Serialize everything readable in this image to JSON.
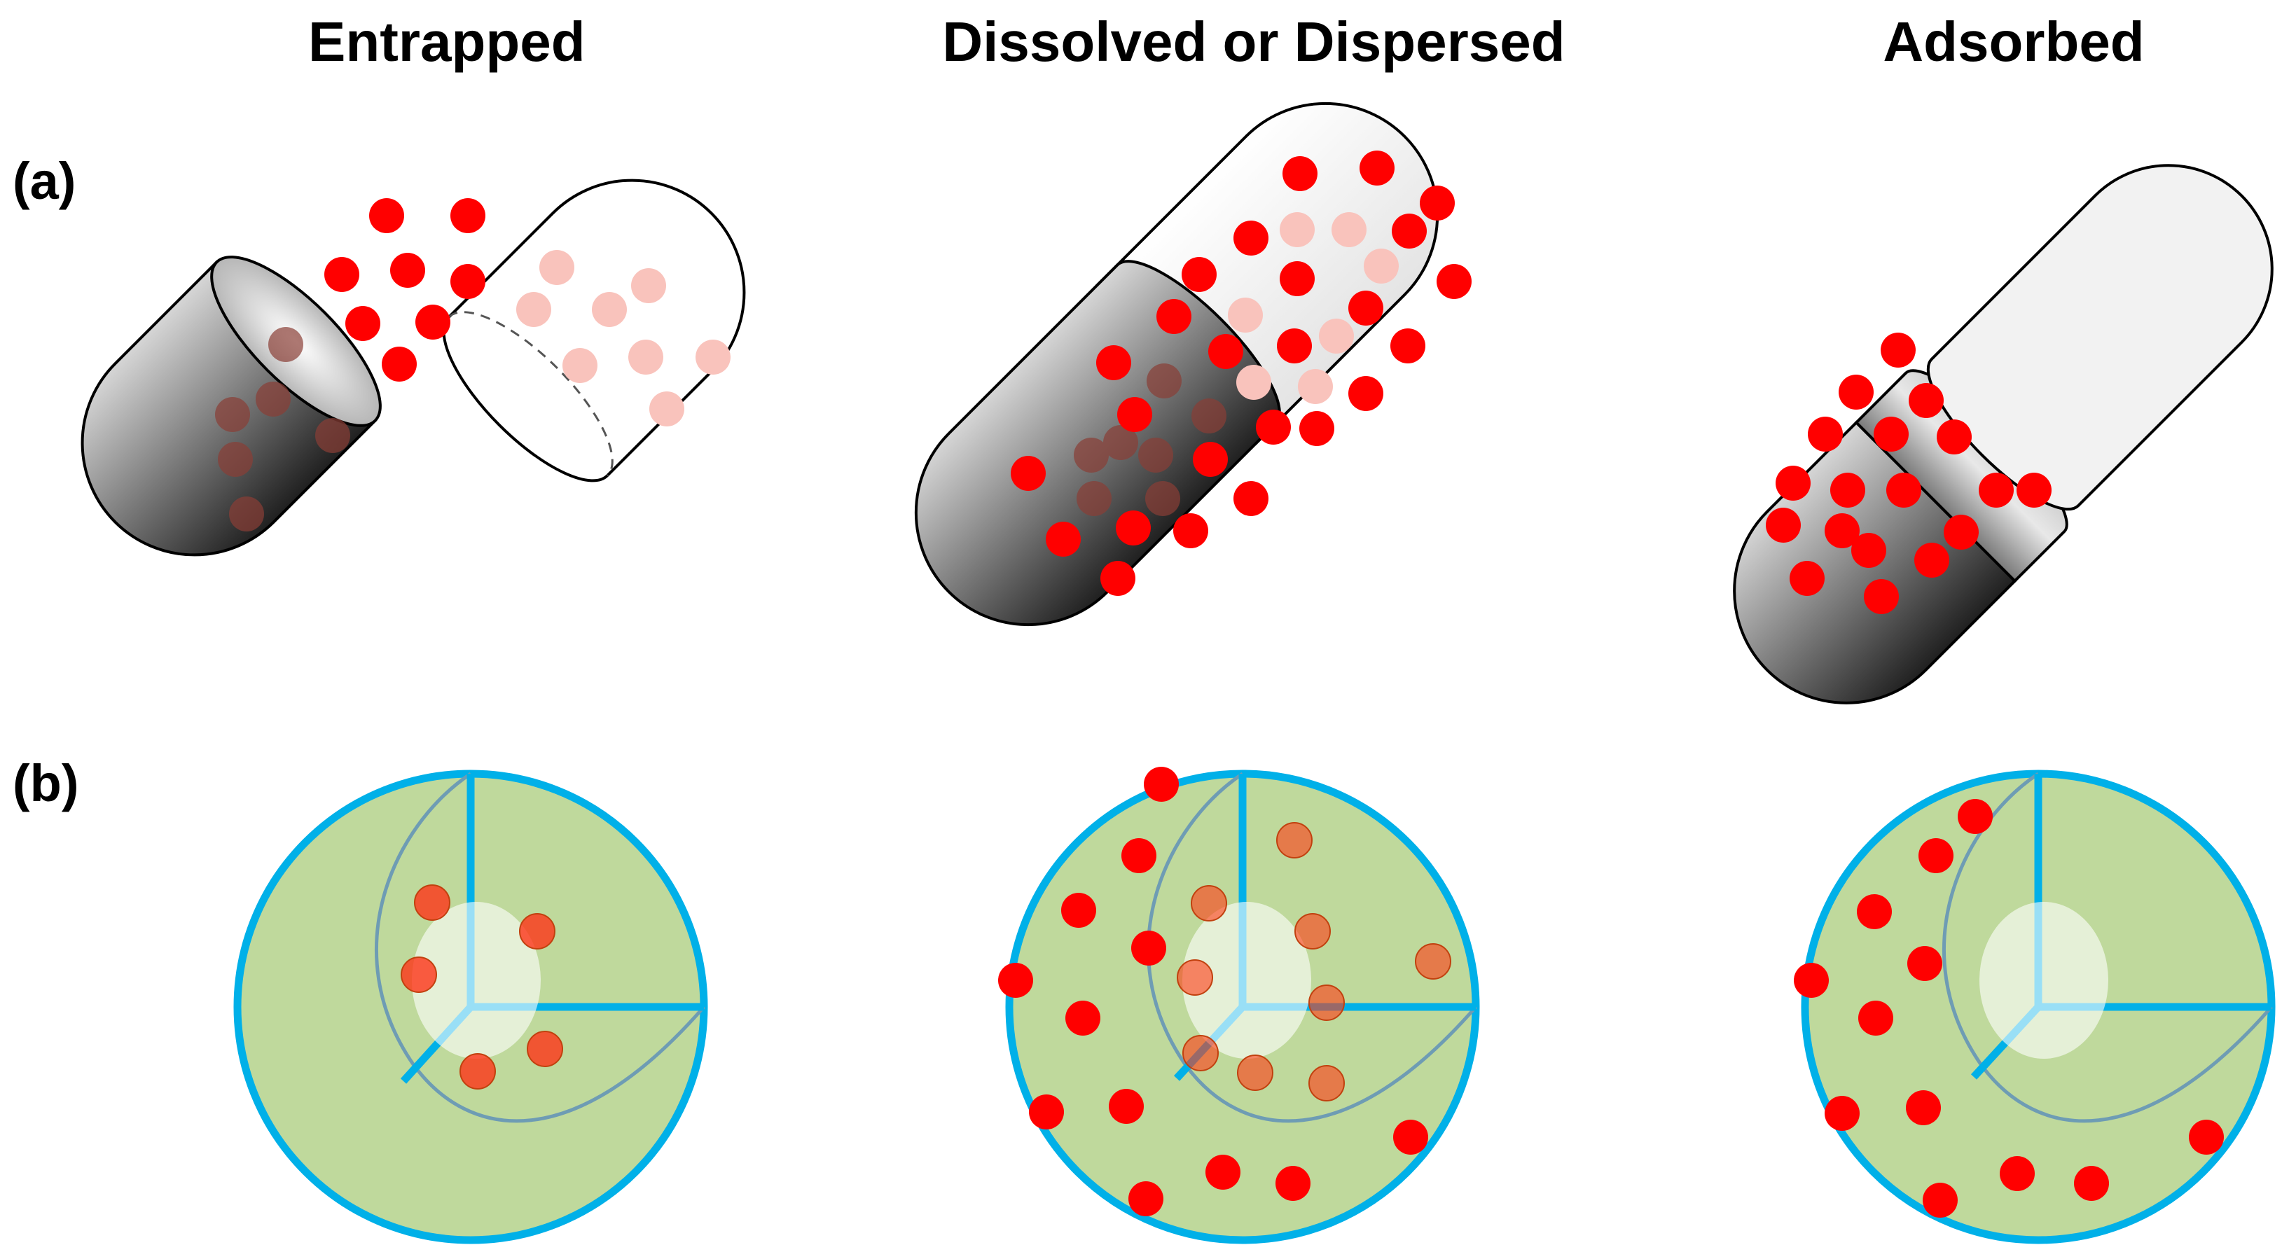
{
  "titles": {
    "entrapped": "Entrapped",
    "dissolved": "Dissolved or Dispersed",
    "adsorbed": "Adsorbed"
  },
  "row_labels": {
    "a": "(a)",
    "b": "(b)"
  },
  "colors": {
    "drug": "#ff0000",
    "drug_faded": "#f9c3bc",
    "matrix_green": "#bfd99c",
    "outline_blue": "#00b0e8",
    "capsule_dark": "#333333",
    "capsule_light": "#f3f3f3"
  }
}
